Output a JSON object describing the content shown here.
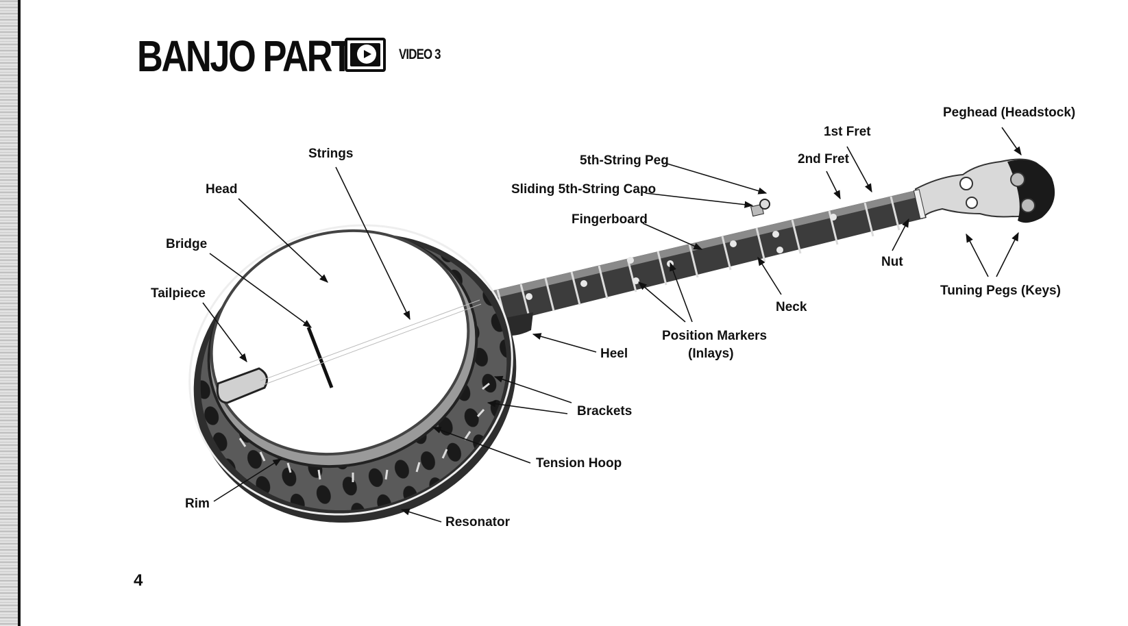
{
  "title": "BANJO PARTS",
  "video_label": "VIDEO 3",
  "page_number": "4",
  "labels": {
    "strings": "Strings",
    "head": "Head",
    "bridge": "Bridge",
    "tailpiece": "Tailpiece",
    "rim": "Rim",
    "resonator": "Resonator",
    "tension_hoop": "Tension Hoop",
    "brackets": "Brackets",
    "heel": "Heel",
    "position_markers_1": "Position Markers",
    "position_markers_2": "(Inlays)",
    "neck": "Neck",
    "fingerboard": "Fingerboard",
    "sliding_capo": "Sliding 5th-String Capo",
    "fifth_string_peg": "5th-String Peg",
    "second_fret": "2nd Fret",
    "first_fret": "1st Fret",
    "nut": "Nut",
    "peghead": "Peghead (Headstock)",
    "tuning_pegs": "Tuning Pegs (Keys)"
  },
  "icons": {
    "video": "play-video-icon"
  }
}
